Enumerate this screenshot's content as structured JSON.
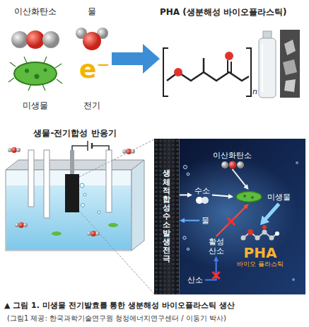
{
  "diagram": {
    "caption": "▲ 그림 1. 미생물 전기발효를 통한 생분해성 바이오플라스틱 생산",
    "nodes": [
      {
        "text": [
          "이산화탄소",
          "물",
          "미생물",
          "전기"
        ]
      },
      {
        "text": [
          "PHA (생분해성 바이오플라스틱)"
        ]
      },
      {
        "text": [
          "생물-전기합성 반응기"
        ]
      },
      {
        "text": [
          "생체적합성 수소발생 전극"
        ]
      },
      {
        "text": [
          "이산화탄소"
        ]
      },
      {
        "text": [
          "수소"
        ]
      },
      {
        "text": [
          "미생물"
        ]
      },
      {
        "text": [
          "물"
        ]
      },
      {
        "text": [
          "활성 산소"
        ]
      },
      {
        "text": [
          "산소"
        ]
      },
      {
        "text": [
          "PHA",
          "바이오 플라스틱"
        ]
      }
    ],
    "edges": [
      {
        "from": 0,
        "to": 1,
        "arrow": "to"
      },
      {
        "from": 7,
        "to": 3,
        "arrow": "to"
      },
      {
        "from": 3,
        "to": 5,
        "arrow": "to"
      },
      {
        "from": 4,
        "to": 6,
        "arrow": "to"
      },
      {
        "from": 5,
        "to": 6,
        "arrow": "to"
      },
      {
        "from": 9,
        "to": 8,
        "arrow": "to"
      },
      {
        "from": 8,
        "to": 6,
        "arrow": "to"
      },
      {
        "from": 6,
        "to": 10,
        "arrow": "to"
      }
    ],
    "labels": [
      "e⁻",
      "n",
      "(그림1 제공: 한국과학기술연구원 청정에너지연구센터 / 이동기 박사)"
    ]
  }
}
